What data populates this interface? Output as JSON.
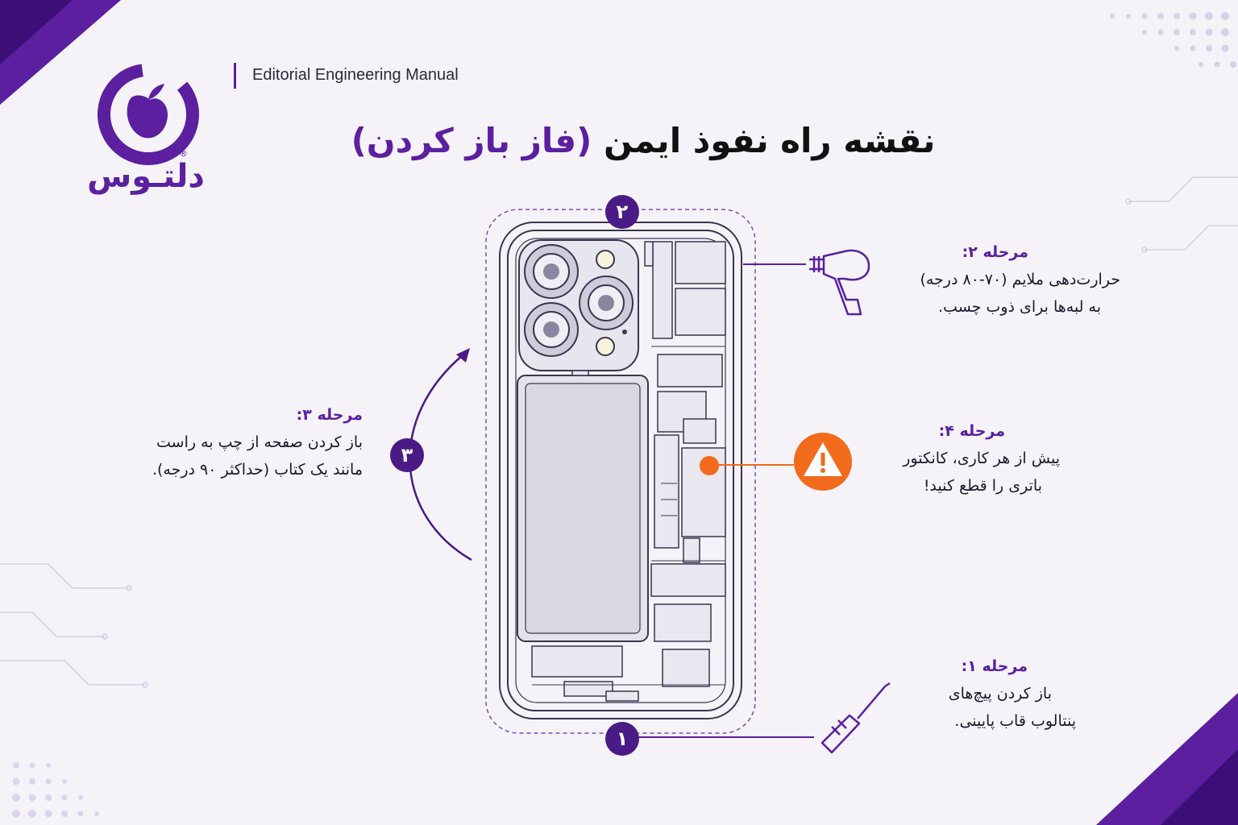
{
  "header": {
    "manual_label": "Editorial Engineering Manual",
    "title_main": "نقشه راه نفوذ ایمن",
    "title_accent": "(فاز باز کردن)"
  },
  "brand": {
    "name": "دلتـوس",
    "registered": "®"
  },
  "steps": [
    {
      "badge": "۱",
      "label": "مرحله ۱:",
      "line1": "باز کردن پیچ‌های",
      "line2": "پنتالوب قاب پایینی.",
      "icon": "screwdriver-icon"
    },
    {
      "badge": "۲",
      "label": "مرحله ۲:",
      "line1": "حرارت‌دهی ملایم (۷۰-۸۰ درجه)",
      "line2": "به لبه‌ها برای ذوب چسب.",
      "icon": "heat-gun-icon"
    },
    {
      "badge": "۳",
      "label": "مرحله ۳:",
      "line1": "باز کردن صفحه از چپ به راست",
      "line2": "مانند یک کتاب (حداکثر ۹۰ درجه).",
      "icon": "curved-arrow-icon"
    },
    {
      "badge": "",
      "label": "مرحله ۴:",
      "line1": "پیش از هر کاری، کانکتور",
      "line2": "باتری را قطع کنید!",
      "icon": "warning-icon"
    }
  ],
  "colors": {
    "brand": "#5b1fa0",
    "warning": "#f26a1b",
    "badge": "#4a1a86"
  }
}
